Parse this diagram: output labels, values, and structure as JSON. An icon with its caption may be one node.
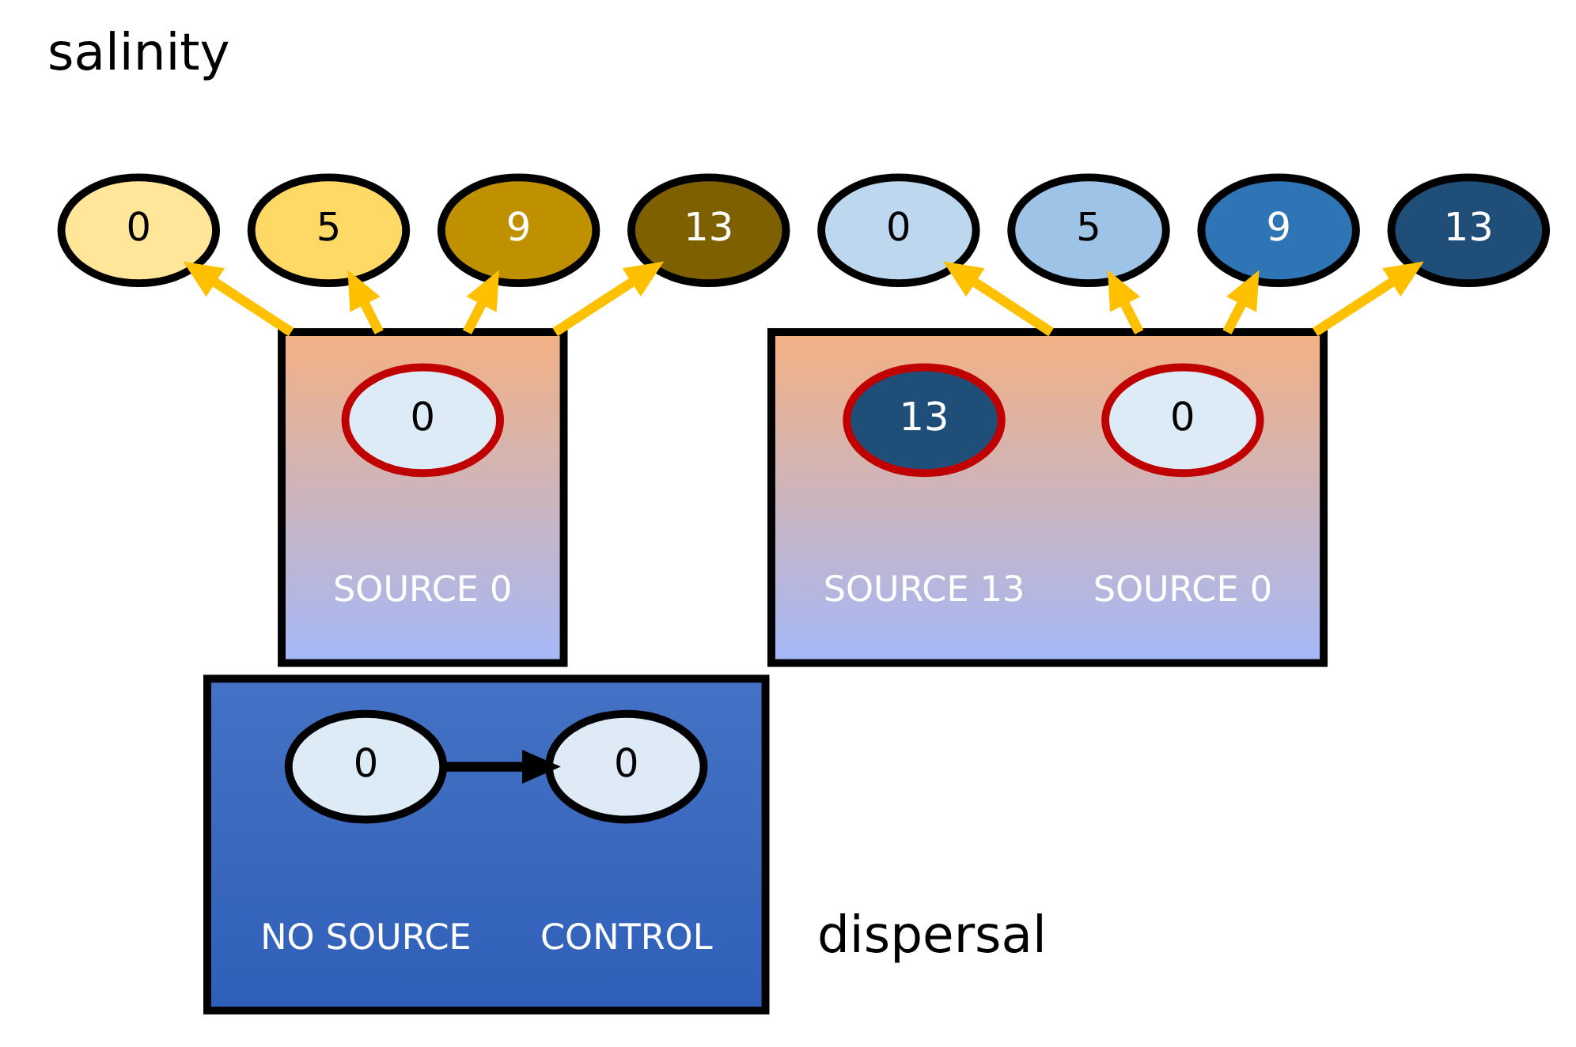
{
  "diagram": {
    "nodes": [
      {
        "text": [
          "0"
        ]
      },
      {
        "text": [
          "5"
        ]
      },
      {
        "text": [
          "9"
        ]
      },
      {
        "text": [
          "13"
        ]
      },
      {
        "text": [
          "0"
        ]
      },
      {
        "text": [
          "5"
        ]
      },
      {
        "text": [
          "9"
        ]
      },
      {
        "text": [
          "13"
        ]
      },
      {
        "text": [],
        "shape": "box"
      },
      {
        "text": [
          "0"
        ],
        "in": 8,
        "beside": [
          "SOURCE 0"
        ]
      },
      {
        "text": [],
        "shape": "box"
      },
      {
        "text": [
          "0"
        ],
        "in": 10,
        "beside": [
          "SOURCE 0"
        ]
      },
      {
        "text": [
          "13"
        ],
        "in": 10,
        "beside": [
          "SOURCE 13"
        ]
      },
      {
        "text": [],
        "shape": "box"
      },
      {
        "text": [
          "0"
        ],
        "in": 13,
        "beside": [
          "CONTROL"
        ]
      },
      {
        "text": [
          "0"
        ],
        "in": 13,
        "beside": [
          "NO SOURCE"
        ]
      }
    ],
    "edges": [
      {
        "from": 8,
        "to": 0,
        "arrow": "to",
        "color": "#ffc000"
      },
      {
        "from": 8,
        "to": 1,
        "arrow": "to",
        "color": "#ffc000"
      },
      {
        "from": 8,
        "to": 2,
        "arrow": "to",
        "color": "#ffc000"
      },
      {
        "from": 8,
        "to": 3,
        "arrow": "to",
        "color": "#ffc000"
      },
      {
        "from": 10,
        "to": 4,
        "arrow": "to",
        "color": "#ffc000"
      },
      {
        "from": 10,
        "to": 5,
        "arrow": "to",
        "color": "#ffc000"
      },
      {
        "from": 10,
        "to": 6,
        "arrow": "to",
        "color": "#ffc000"
      },
      {
        "from": 10,
        "to": 7,
        "arrow": "to",
        "color": "#ffc000"
      },
      {
        "from": 15,
        "to": 14,
        "arrow": "to",
        "color": "#000000"
      }
    ],
    "labels": [
      "salinity",
      "dispersal"
    ]
  }
}
